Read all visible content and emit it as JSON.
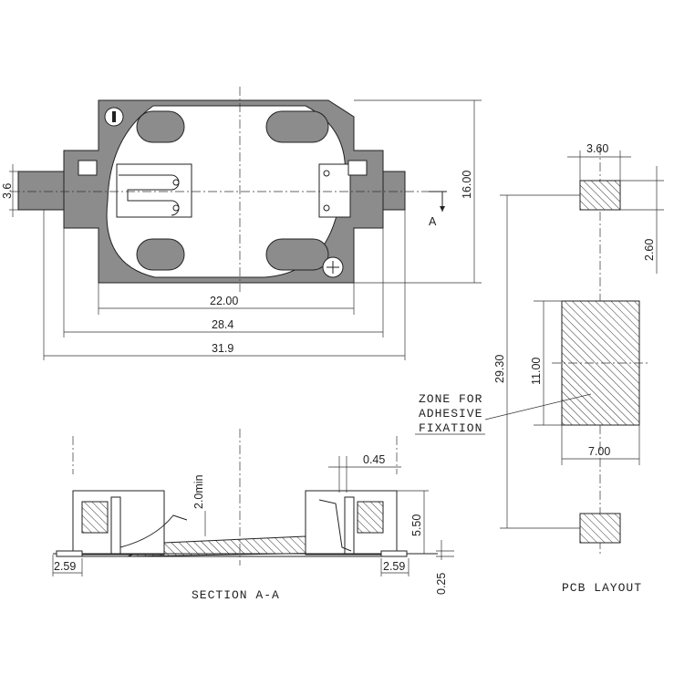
{
  "top_view": {
    "dim_width_inner": "22.00",
    "dim_width_mid": "28.4",
    "dim_width_outer": "31.9",
    "dim_height": "16.00",
    "dim_pin": "3.6",
    "section_marker": "A",
    "minus_symbol": "▮",
    "plus_symbol": "+"
  },
  "section_view": {
    "caption": "SECTION A-A",
    "dim_clearance": "2.0min",
    "dim_thickness": "0.45",
    "dim_height": "5.50",
    "dim_pad_left": "2.59",
    "dim_pad_right": "2.59",
    "dim_standoff": "0.25"
  },
  "pcb_layout": {
    "caption": "PCB LAYOUT",
    "dim_pad_width": "3.60",
    "dim_pad_height": "2.60",
    "dim_total": "29.30",
    "dim_zone_height": "11.00",
    "dim_zone_width": "7.00",
    "zone_label": [
      "ZONE FOR",
      "ADHESIVE",
      "FIXATION"
    ]
  },
  "colors": {
    "body_fill": "#8c8c8c",
    "line": "#222222",
    "background": "#ffffff"
  }
}
